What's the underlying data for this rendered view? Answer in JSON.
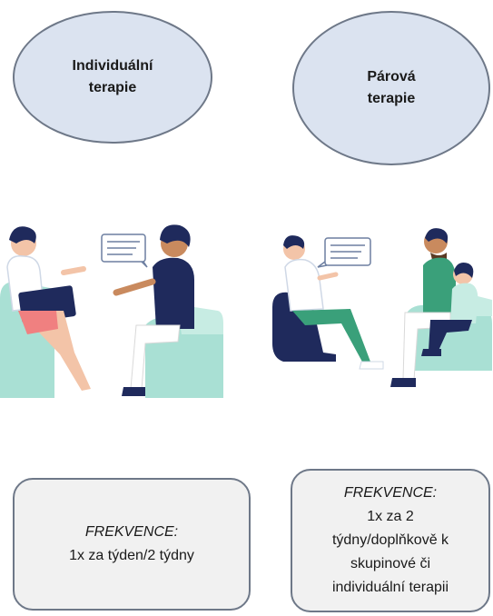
{
  "therapies": [
    {
      "title_line1": "Individuální",
      "title_line2": "terapie",
      "frequency_label": "FREKVENCE:",
      "frequency_lines": [
        "1x za týden/2 týdny"
      ]
    },
    {
      "title_line1": "Párová",
      "title_line2": "terapie",
      "frequency_label": "FREKVENCE:",
      "frequency_lines": [
        "1x za 2",
        "týdny/doplňkově k",
        "skupinové či",
        "individuální terapii"
      ]
    }
  ],
  "colors": {
    "ellipse_fill": "#dbe3f0",
    "box_fill": "#f1f1f1",
    "mint": "#a9e0d4",
    "navy": "#1f2a5c",
    "green": "#3aa07a"
  },
  "illustrations": [
    "individual-therapy-scene",
    "couple-therapy-scene"
  ]
}
